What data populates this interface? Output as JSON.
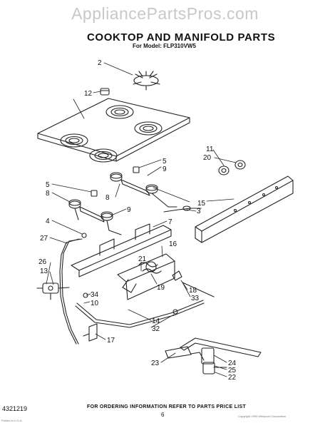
{
  "watermark": "AppliancePartsPros.com",
  "title": "COOKTOP AND MANIFOLD PARTS",
  "model": "For Model: FLP310VW5",
  "footer": {
    "doc_number": "4321219",
    "ordering_note": "FOR ORDERING INFORMATION REFER TO PARTS PRICE LIST",
    "page_number": "6",
    "copyright": "Copyright 1990 Whirlpool Corporation",
    "fineprint": "Printed in U.S.A."
  },
  "callouts": {
    "c2": "2",
    "c12": "12",
    "c11": "11",
    "c20": "20",
    "c5a": "5",
    "c9a": "9",
    "c5b": "5",
    "c8a": "8",
    "c8b": "8",
    "c3": "3",
    "c15": "15",
    "c9b": "9",
    "c4": "4",
    "c7": "7",
    "c27": "27",
    "c16": "16",
    "c21": "21",
    "c26": "26",
    "c13": "13",
    "c19": "19",
    "c18": "18",
    "c33": "33",
    "c34": "34",
    "c10": "10",
    "c14": "14",
    "c32": "32",
    "c17": "17",
    "c23": "23",
    "c24": "24",
    "c25": "25",
    "c22": "22"
  }
}
